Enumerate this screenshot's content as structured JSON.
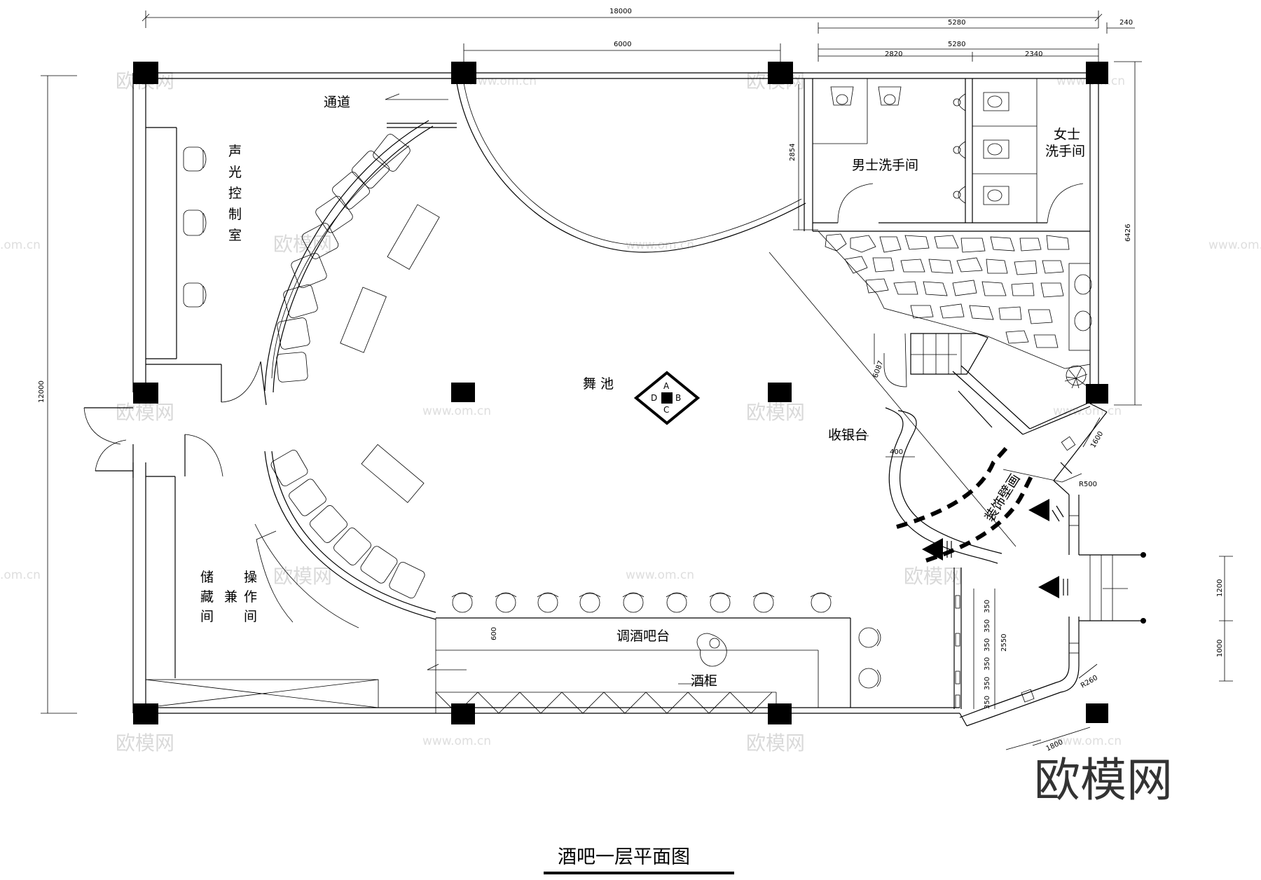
{
  "plan": {
    "title": "酒吧一层平面图",
    "brand": "欧模网",
    "watermark_text": "欧模网",
    "watermark_url": "www.om.cn",
    "watermark_edge": ".om.cn"
  },
  "rooms": {
    "corridor": "通道",
    "control_room": [
      "声",
      "光",
      "控",
      "制",
      "室"
    ],
    "mens_room": "男士洗手间",
    "womens_room_line1": "女士",
    "womens_room_line2": "洗手间",
    "dance_floor": "舞 池",
    "cashier": "收银台",
    "deco_wall": "装饰壁画",
    "storage_1": "储",
    "storage_2": "藏",
    "storage_3": "间",
    "op_1": "操",
    "op_2": "作",
    "op_3": "间",
    "combo": "兼",
    "bar_counter": "调酒吧台",
    "wine_cabinet": "酒柜"
  },
  "compass": {
    "a": "A",
    "b": "B",
    "c": "C",
    "d": "D"
  },
  "dimensions": {
    "total_width": "18000",
    "right_block": "5280",
    "right_block_2": "5280",
    "right_edge": "240",
    "middle_span": "6000",
    "mens_width": "2820",
    "womens_width": "2340",
    "total_height": "12000",
    "wc_height": "2854",
    "right_height": "6426",
    "diagonal": "6087",
    "cashier_width": "400",
    "bar_depth": "600",
    "entry_1600": "1600",
    "radius_500": "R500",
    "radius_260": "R260",
    "bottom_1800": "1800",
    "stair_1200": "1200",
    "stair_1000": "1000",
    "seg_350": [
      "350",
      "350",
      "350",
      "350",
      "350",
      "350"
    ],
    "seg_2550": "2550"
  }
}
